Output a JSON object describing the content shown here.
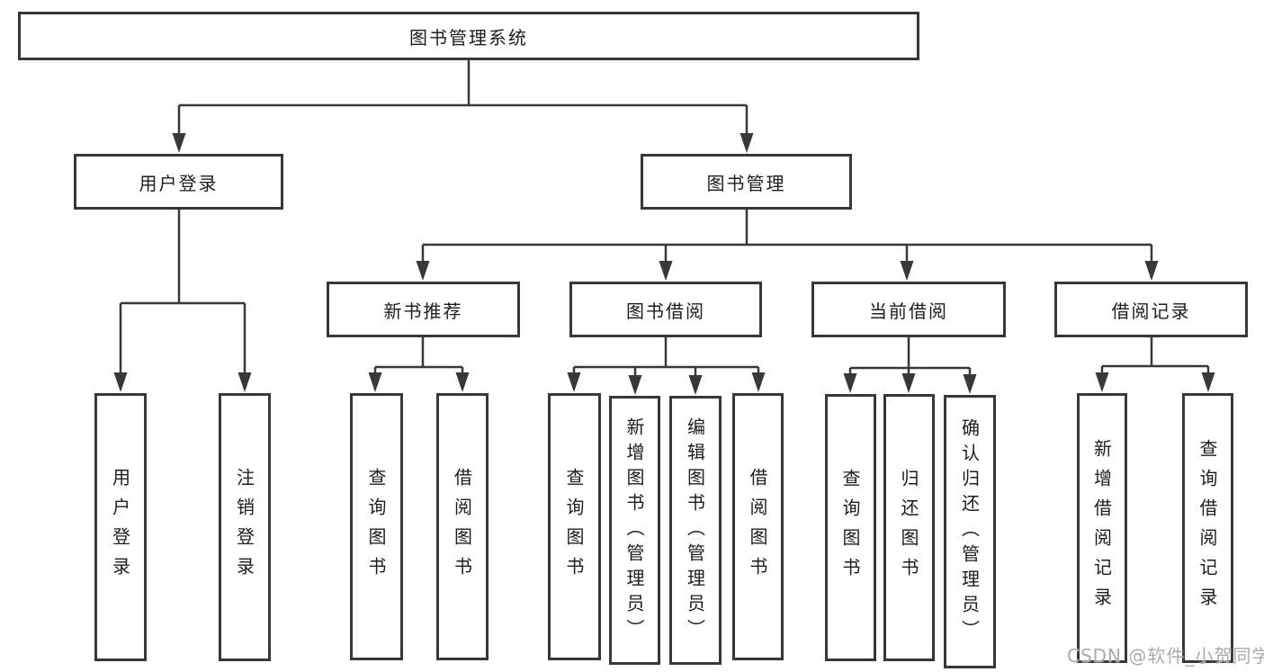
{
  "diagram": {
    "root": {
      "label": "图书管理系统"
    },
    "level2": {
      "user_login": {
        "label": "用户登录"
      },
      "book_management": {
        "label": "图书管理"
      }
    },
    "level3": {
      "new_book_recommendation": {
        "label": "新书推荐"
      },
      "book_borrowing": {
        "label": "图书借阅"
      },
      "current_borrowing": {
        "label": "当前借阅"
      },
      "borrowing_records": {
        "label": "借阅记录"
      }
    },
    "leaves": [
      {
        "parent": "user_login",
        "label": "用户登录"
      },
      {
        "parent": "user_login",
        "label": "注销登录"
      },
      {
        "parent": "new_book_recommendation",
        "label": "查询图书"
      },
      {
        "parent": "new_book_recommendation",
        "label": "借阅图书"
      },
      {
        "parent": "book_borrowing",
        "label": "查询图书"
      },
      {
        "parent": "book_borrowing",
        "label": "新增图书（管理员）"
      },
      {
        "parent": "book_borrowing",
        "label": "编辑图书（管理员）"
      },
      {
        "parent": "book_borrowing",
        "label": "借阅图书"
      },
      {
        "parent": "current_borrowing",
        "label": "查询图书"
      },
      {
        "parent": "current_borrowing",
        "label": "归还图书"
      },
      {
        "parent": "current_borrowing",
        "label": "确认归还（管理员）"
      },
      {
        "parent": "borrowing_records",
        "label": "新增借阅记录"
      },
      {
        "parent": "borrowing_records",
        "label": "查询借阅记录"
      }
    ]
  },
  "watermark": {
    "text": "CSDN @软件_小贺同学"
  },
  "colors": {
    "background": "#ffffff",
    "line": "#383838",
    "text": "#1d1d1d",
    "watermark": "#ababab"
  }
}
